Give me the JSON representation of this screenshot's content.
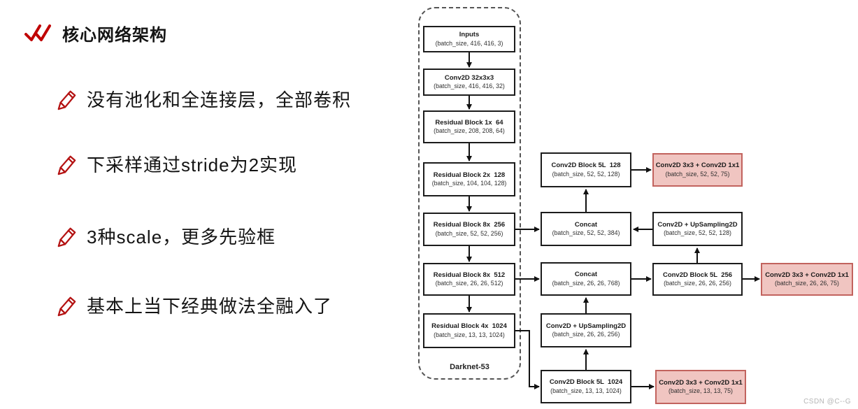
{
  "notes": {
    "title": "核心网络架构",
    "bullets": [
      "没有池化和全连接层，全部卷积",
      "下采样通过stride为2实现",
      "3种scale，更多先验框",
      "基本上当下经典做法全融入了"
    ]
  },
  "diagram": {
    "container_label": "Darknet-53",
    "nodes": [
      {
        "id": "inputs",
        "title": "Inputs",
        "shape": "(batch_size, 416, 416, 3)"
      },
      {
        "id": "conv2d-32",
        "title": "Conv2D 32x3x3",
        "shape": "(batch_size, 416, 416, 32)"
      },
      {
        "id": "residual-1x-64",
        "title": "Residual Block 1x  64",
        "shape": "(batch_size, 208, 208, 64)"
      },
      {
        "id": "residual-2x-128",
        "title": "Residual Block 2x  128",
        "shape": "(batch_size, 104, 104, 128)"
      },
      {
        "id": "residual-8x-256",
        "title": "Residual Block 8x  256",
        "shape": "(batch_size, 52, 52, 256)"
      },
      {
        "id": "residual-8x-512",
        "title": "Residual Block 8x  512",
        "shape": "(batch_size, 26, 26, 512)"
      },
      {
        "id": "residual-4x-1024",
        "title": "Residual Block 4x  1024",
        "shape": "(batch_size, 13, 13, 1024)"
      },
      {
        "id": "conv-block-5l-128",
        "title": "Conv2D Block 5L  128",
        "shape": "(batch_size, 52, 52, 128)"
      },
      {
        "id": "concat-52",
        "title": "Concat",
        "shape": "(batch_size, 52, 52, 384)"
      },
      {
        "id": "concat-26",
        "title": "Concat",
        "shape": "(batch_size, 26, 26, 768)"
      },
      {
        "id": "upsampling-26",
        "title": "Conv2D + UpSampling2D",
        "shape": "(batch_size, 26, 26, 256)"
      },
      {
        "id": "conv-block-5l-1024",
        "title": "Conv2D Block 5L  1024",
        "shape": "(batch_size, 13, 13, 1024)"
      },
      {
        "id": "head-52",
        "title": "Conv2D 3x3 + Conv2D 1x1",
        "shape": "(batch_size, 52, 52, 75)"
      },
      {
        "id": "upsampling-52",
        "title": "Conv2D + UpSampling2D",
        "shape": "(batch_size, 52, 52, 128)"
      },
      {
        "id": "conv-block-5l-256",
        "title": "Conv2D Block 5L  256",
        "shape": "(batch_size, 26, 26, 256)"
      },
      {
        "id": "head-26",
        "title": "Conv2D 3x3 + Conv2D 1x1",
        "shape": "(batch_size, 26, 26, 75)"
      },
      {
        "id": "head-13",
        "title": "Conv2D 3x3 + Conv2D 1x1",
        "shape": "(batch_size, 13, 13, 75)"
      }
    ]
  },
  "watermark": "CSDN @C--G",
  "colors": {
    "accent_red": "#c00000",
    "head_box_fill": "#f0c5c1",
    "head_box_border": "#c2635e",
    "box_border": "#1c1c1c",
    "watermark_gray": "#b5b5b5"
  }
}
